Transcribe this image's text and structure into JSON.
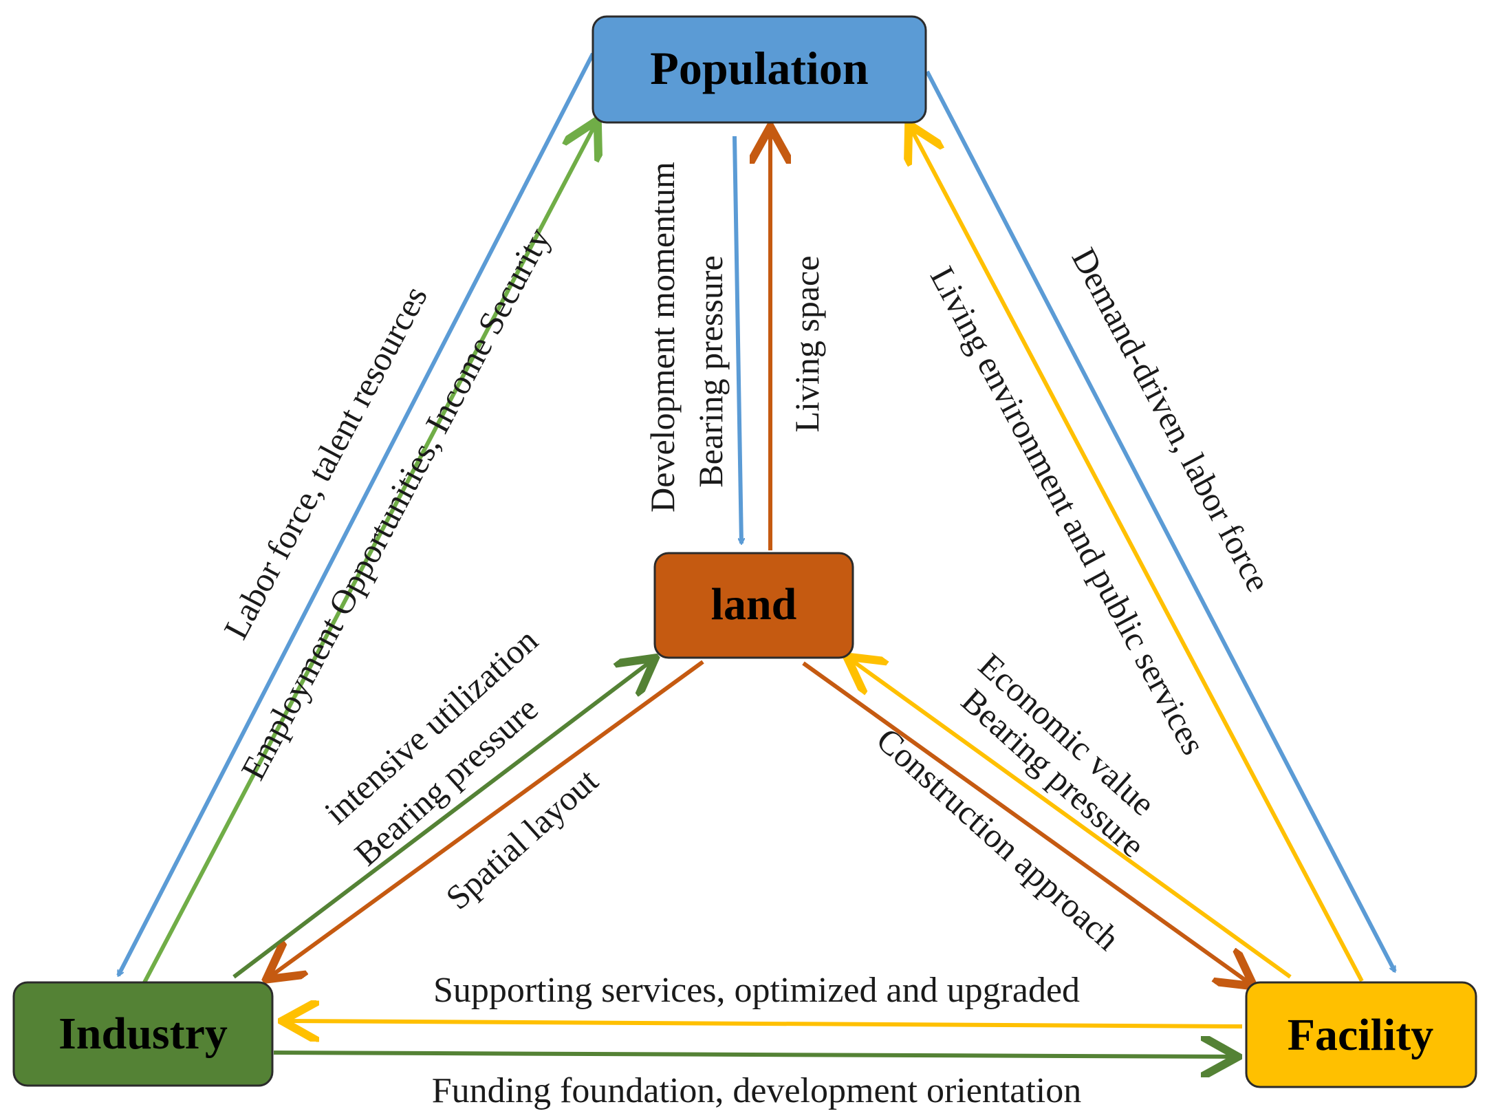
{
  "colors": {
    "population": "#5b9bd5",
    "land": "#c55a11",
    "industry": "#548235",
    "facility": "#ffc000",
    "blue_arrow": "#5b9bd5",
    "green_arrow": "#70ad47",
    "dark_green_arrow": "#548235",
    "orange_arrow": "#c55a11",
    "yellow_arrow": "#ffc000",
    "node_border": "#2b2b2b",
    "text": "#1a1a1a"
  },
  "nodes": {
    "population": "Population",
    "land": "land",
    "industry": "Industry",
    "facility": "Facility"
  },
  "edges": {
    "pop_to_industry": "Labor force, talent resources",
    "industry_to_pop": "Employment Opportunities, Income Security",
    "pop_to_land_1": "Development momentum",
    "pop_to_land_2": "Bearing pressure",
    "land_to_pop": "Living space",
    "pop_to_facility": "Demand-driven, labor force",
    "facility_to_pop": "Living environment and public services",
    "industry_to_land_1": "intensive utilization",
    "industry_to_land_2": "Bearing pressure",
    "land_to_industry": "Spatial layout",
    "facility_to_land_1": "Economic value",
    "facility_to_land_2": "Bearing pressure",
    "land_to_facility": "Construction approach",
    "facility_to_industry": "Supporting services, optimized and upgraded",
    "industry_to_facility": "Funding foundation, development orientation"
  }
}
